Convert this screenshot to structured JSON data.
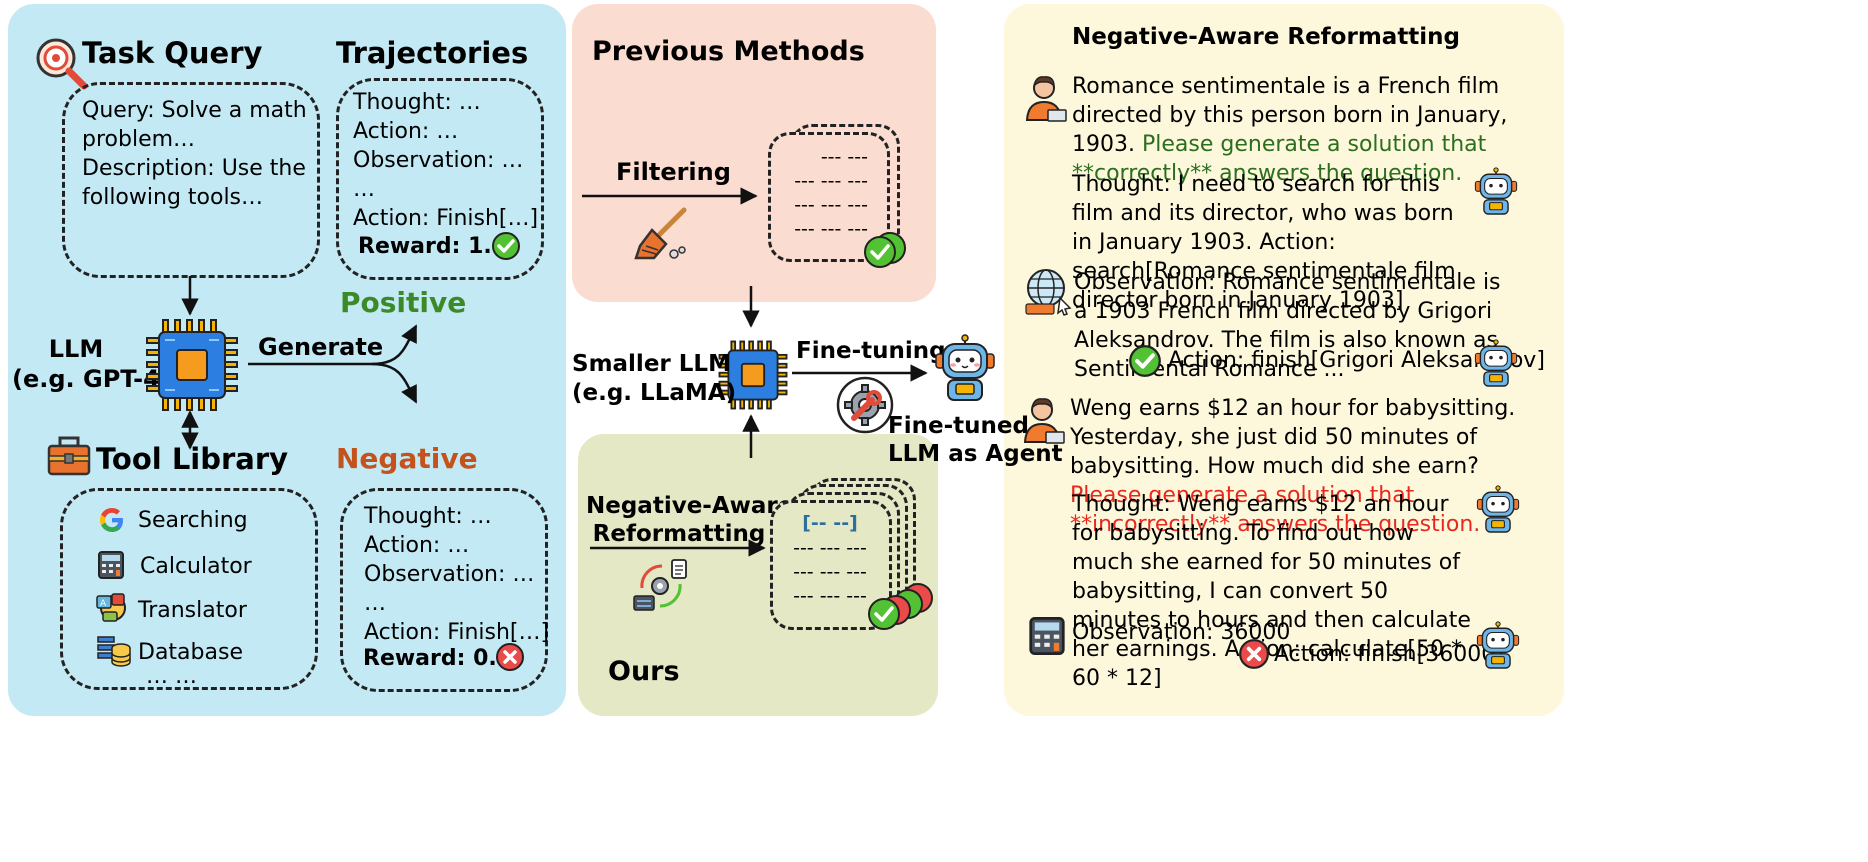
{
  "left": {
    "task_query_title": "Task Query",
    "trajectories_title": "Trajectories",
    "query_lines": [
      "Query: Solve a math",
      "problem…",
      "Description: Use the",
      "following tools…"
    ],
    "traj_pos_lines": [
      "Thought: …",
      "Action: …",
      "Observation: …",
      "…",
      "Action: Finish[…]"
    ],
    "reward_pos": "Reward: 1.0",
    "positive_label": "Positive",
    "negative_label": "Negative",
    "generate_label": "Generate",
    "llm_line1": "LLM",
    "llm_line2": "(e.g. GPT-4)",
    "tool_library_title": "Tool Library",
    "tools": [
      "Searching",
      "Calculator",
      "Translator",
      "Database"
    ],
    "tools_more": "… …",
    "traj_neg_lines": [
      "Thought: …",
      "Action: …",
      "Observation: …",
      "…",
      "Action: Finish[…]"
    ],
    "reward_neg": "Reward: 0.0"
  },
  "middle": {
    "previous_methods_title": "Previous Methods",
    "filtering_label": "Filtering",
    "doc_lines": [
      "--- ---",
      "--- --- ---",
      "--- --- ---",
      "--- --- ---"
    ],
    "smaller_llm_line1": "Smaller LLM",
    "smaller_llm_line2": "(e.g. LLaMA)",
    "fine_tuning_label": "Fine-tuning",
    "fine_tuned_line1": "Fine-tuned",
    "fine_tuned_line2": "LLM as Agent",
    "nar_line1": "Negative-Aware",
    "nar_line2": "Reformatting",
    "ours_doc_header": "[-- --]",
    "ours_doc_lines": [
      "--- --- ---",
      "--- --- ---",
      "--- --- ---"
    ],
    "ours_label": "Ours"
  },
  "right": {
    "title": "Negative-Aware Reformatting",
    "ex1_user_plain": "Romance sentimentale is a French film directed by this person born in January, 1903. ",
    "ex1_user_instruction": "Please generate a solution that **correctly** answers the question.",
    "ex1_thought": "Thought: I need to search for this film and its director, who was born in January 1903. Action: search[Romance sentimentale film director born in January 1903]",
    "ex1_observation": "Observation: Romance sentimentale is a 1903 French film directed by Grigori Aleksandrov. The film is also known as Sentimental Romance ...",
    "ex1_final": "Action: finish[Grigori Aleksandrov]",
    "ex2_user_plain": "Weng earns $12 an hour for babysitting. Yesterday, she just did 50 minutes of babysitting. How much did she earn? ",
    "ex2_user_instruction": "Please generate a solution that **incorrectly** answers the question.",
    "ex2_thought": "Thought: Weng earns $12 an hour for babysitting. To find out how much she earned for 50 minutes of babysitting, I can convert 50 minutes to hours and then calculate her earnings. Action: calculate[50 * 60 * 12]",
    "ex2_observation": "Observation: 36000",
    "ex2_final": "Action: finish[36000]"
  },
  "colors": {
    "left_panel": "#c3e9f4",
    "previous_panel": "#fbdcd0",
    "ours_panel": "#e5e8c4",
    "right_panel": "#fdf8dc",
    "positive_green": "#3c8a27",
    "negative_orange": "#c4521c",
    "instruction_green": "#2c6e1e",
    "instruction_red": "#e8281e",
    "check_green": "#52c234",
    "cross_red": "#ea4a4a"
  },
  "icons": [
    "magnifier-target-icon",
    "chip-icon",
    "toolbox-icon",
    "google-icon",
    "calculator-icon",
    "translator-icon",
    "database-icon",
    "broom-icon",
    "gear-wrench-icon",
    "robot-icon",
    "user-icon",
    "globe-icon",
    "reformat-cycle-icon",
    "check-icon",
    "cross-icon"
  ]
}
